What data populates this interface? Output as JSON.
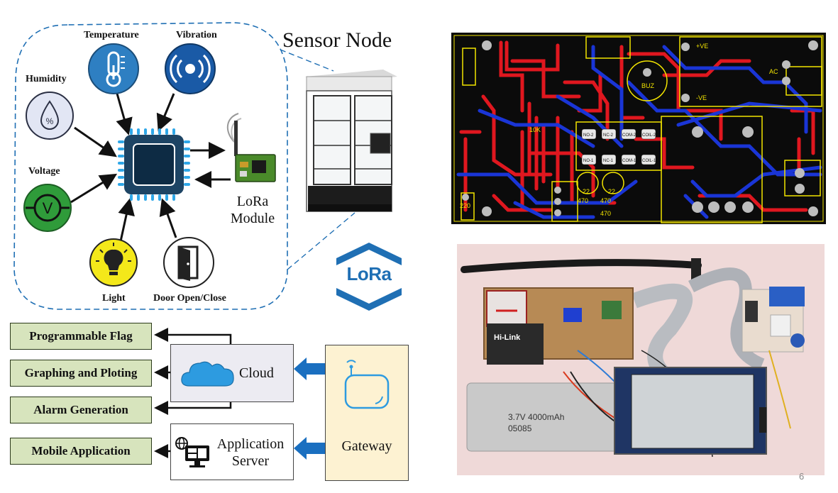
{
  "sensor_node": {
    "title": "Sensor Node",
    "sensors": {
      "temperature": "Temperature",
      "vibration": "Vibration",
      "humidity": "Humidity",
      "voltage": "Voltage",
      "light": "Light",
      "door": "Door Open/Close"
    },
    "lora_module_line1": "LoRa",
    "lora_module_line2": "Module"
  },
  "lora_logo_text": "LoRa",
  "outputs": [
    "Programmable Flag",
    "Graphing and Ploting",
    "Alarm Generation",
    "Mobile Application"
  ],
  "cloud_label": "Cloud",
  "app_server_line1": "Application",
  "app_server_line2": "Server",
  "gateway_label": "Gateway",
  "pcb": {
    "labels": {
      "ve_pos": "+VE",
      "ve_neg": "-VE",
      "buz": "BUZ",
      "ac": "AC",
      "r220": "220",
      "no2": "NO-2",
      "nc2": "NC-2",
      "com2": "COM-2",
      "coil2": "COIL-2",
      "no1": "NO-1",
      "nc1": "NC-1",
      "com1": "COM-1",
      "coil1": "COIL-1",
      "r470a": "470",
      "r470b": "470",
      "r470c": "470",
      "c22a": "22",
      "c22b": "22",
      "r10k": "10K"
    }
  },
  "hardware_photo": {
    "module_brand": "Hi-Link",
    "battery_text": "3.7V 4000mAh",
    "battery_code": "05085"
  },
  "page_number": "6",
  "colors": {
    "lora_blue": "#1f6fb4",
    "cloud_blue": "#2d9be0",
    "arrow_blue": "#1a6fc0",
    "output_green": "#d7e4bd",
    "gateway_yellow": "#fdf2d2",
    "pcb_bg": "#0b0b0b",
    "pcb_red": "#e0171f",
    "pcb_blue": "#1a35d6",
    "pcb_yellow": "#f2e400"
  }
}
